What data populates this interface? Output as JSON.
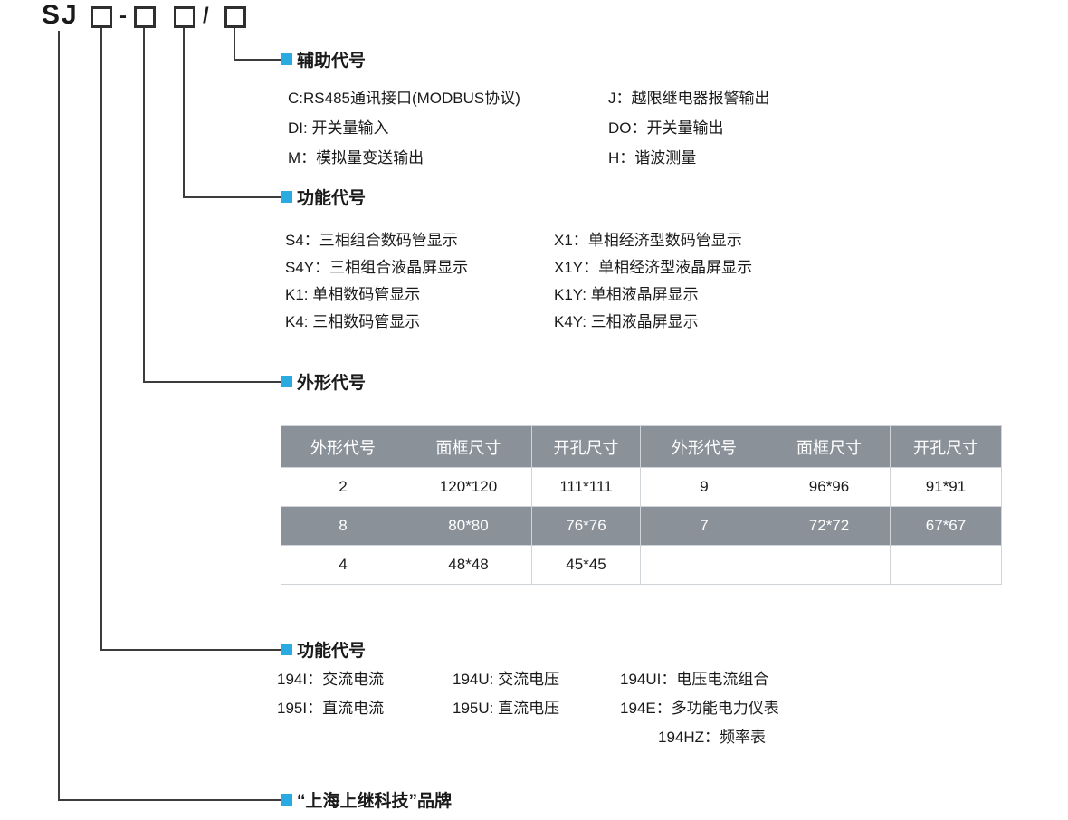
{
  "colors": {
    "accent": "#29abe2",
    "table_shaded": "#8a9199",
    "text": "#1a1a1a",
    "line": "#3c3c3c"
  },
  "model": {
    "prefix": "SJ",
    "separator1": "-",
    "separator2": "/"
  },
  "sections": {
    "aux": {
      "title": "辅助代号",
      "rows": [
        {
          "left": "C:RS485通讯接口(MODBUS协议)",
          "right": "J：越限继电器报警输出"
        },
        {
          "left": "DI: 开关量输入",
          "right": "DO：开关量输出"
        },
        {
          "left": "M：模拟量变送输出",
          "right": "H：谐波测量"
        }
      ]
    },
    "display": {
      "title": "功能代号",
      "rows": [
        {
          "left": "S4：三相组合数码管显示",
          "right": "X1：单相经济型数码管显示"
        },
        {
          "left": "S4Y：三相组合液晶屏显示",
          "right": "X1Y：单相经济型液晶屏显示"
        },
        {
          "left": "K1: 单相数码管显示",
          "right": "K1Y: 单相液晶屏显示"
        },
        {
          "left": "K4: 三相数码管显示",
          "right": "K4Y: 三相液晶屏显示"
        }
      ]
    },
    "shape": {
      "title": "外形代号",
      "table": {
        "headers": [
          "外形代号",
          "面框尺寸",
          "开孔尺寸",
          "外形代号",
          "面框尺寸",
          "开孔尺寸"
        ],
        "rows": [
          {
            "shaded": false,
            "cells": [
              "2",
              "120*120",
              "111*111",
              "9",
              "96*96",
              "91*91"
            ]
          },
          {
            "shaded": true,
            "cells": [
              "8",
              "80*80",
              "76*76",
              "7",
              "72*72",
              "67*67"
            ]
          },
          {
            "shaded": false,
            "cells": [
              "4",
              "48*48",
              "45*45",
              "",
              "",
              ""
            ]
          }
        ]
      }
    },
    "function": {
      "title": "功能代号",
      "rows": [
        {
          "c1": "194I：交流电流",
          "c2": "194U: 交流电压",
          "c3": "194UI：电压电流组合"
        },
        {
          "c1": "195I：直流电流",
          "c2": "195U: 直流电压",
          "c3": "194E：多功能电力仪表"
        },
        {
          "c1": "",
          "c2": "",
          "c3": "194HZ：频率表"
        }
      ]
    },
    "brand": {
      "title": "“上海上继科技”品牌"
    }
  }
}
